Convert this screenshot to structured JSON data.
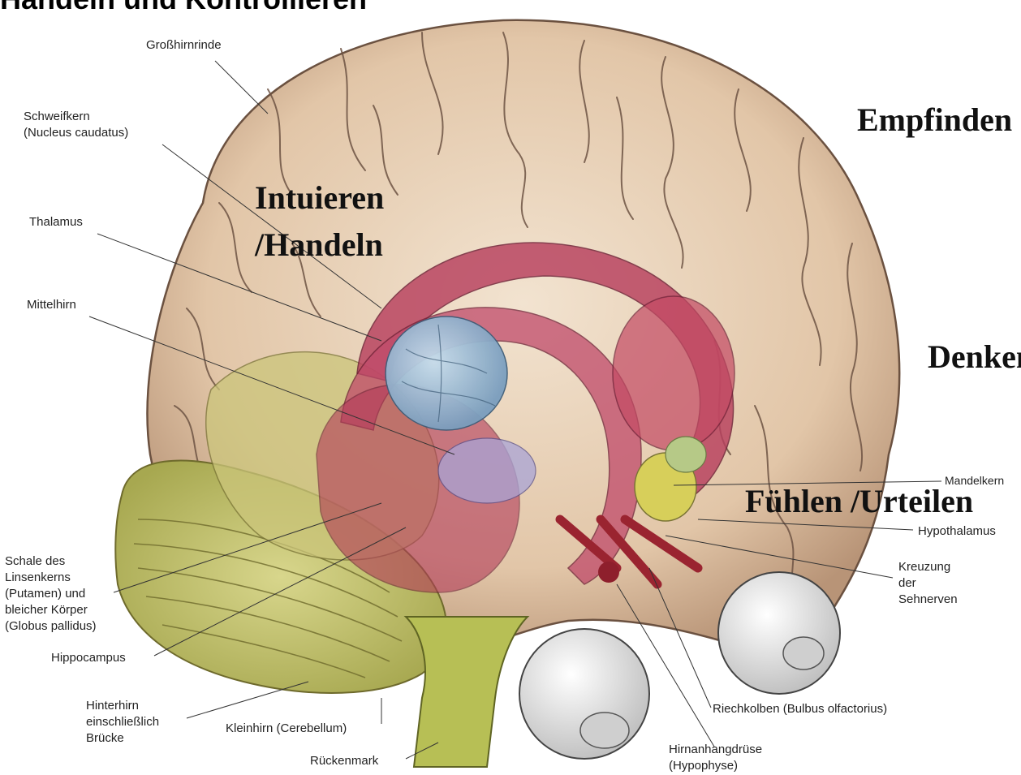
{
  "heading": "Handeln und Kontrollieren",
  "colors": {
    "cortex": "#e6cdb3",
    "cortex_shadow": "#c9a98c",
    "cerebellum": "#c9c770",
    "limbic": "#b8405e",
    "thalamus": "#8fb3cf",
    "amygdala": "#d7cf5a",
    "eye": "#f2f2f2"
  },
  "overlay_labels": {
    "empfinden": "Empfinden",
    "intuieren_line1": "Intuieren",
    "intuieren_line2": "/Handeln",
    "denken": "Denken",
    "fuehlen": "Fühlen /Urteilen"
  },
  "labels": {
    "grosshirnrinde": "Großhirnrinde",
    "schweifkern_1": "Schweifkern",
    "schweifkern_2": "(Nucleus caudatus)",
    "thalamus": "Thalamus",
    "mittelhirn": "Mittelhirn",
    "schale_1": "Schale des",
    "schale_2": "Linsenkerns",
    "schale_3": "(Putamen) und",
    "schale_4": "bleicher Körper",
    "schale_5": "(Globus pallidus)",
    "hippocampus": "Hippocampus",
    "hinterhirn_1": "Hinterhirn",
    "hinterhirn_2": "einschließlich",
    "hinterhirn_3": "Brücke",
    "kleinhirn": "Kleinhirn (Cerebellum)",
    "rueckenmark": "Rückenmark",
    "hirnanhang_1": "Hirnanhangdrüse",
    "hirnanhang_2": "(Hypophyse)",
    "riechkolben": "Riechkolben (Bulbus olfactorius)",
    "kreuzung_1": "Kreuzung",
    "kreuzung_2": "der",
    "kreuzung_3": "Sehnerven",
    "hypothalamus": "Hypothalamus",
    "mandelkern": "Mandelkern"
  }
}
